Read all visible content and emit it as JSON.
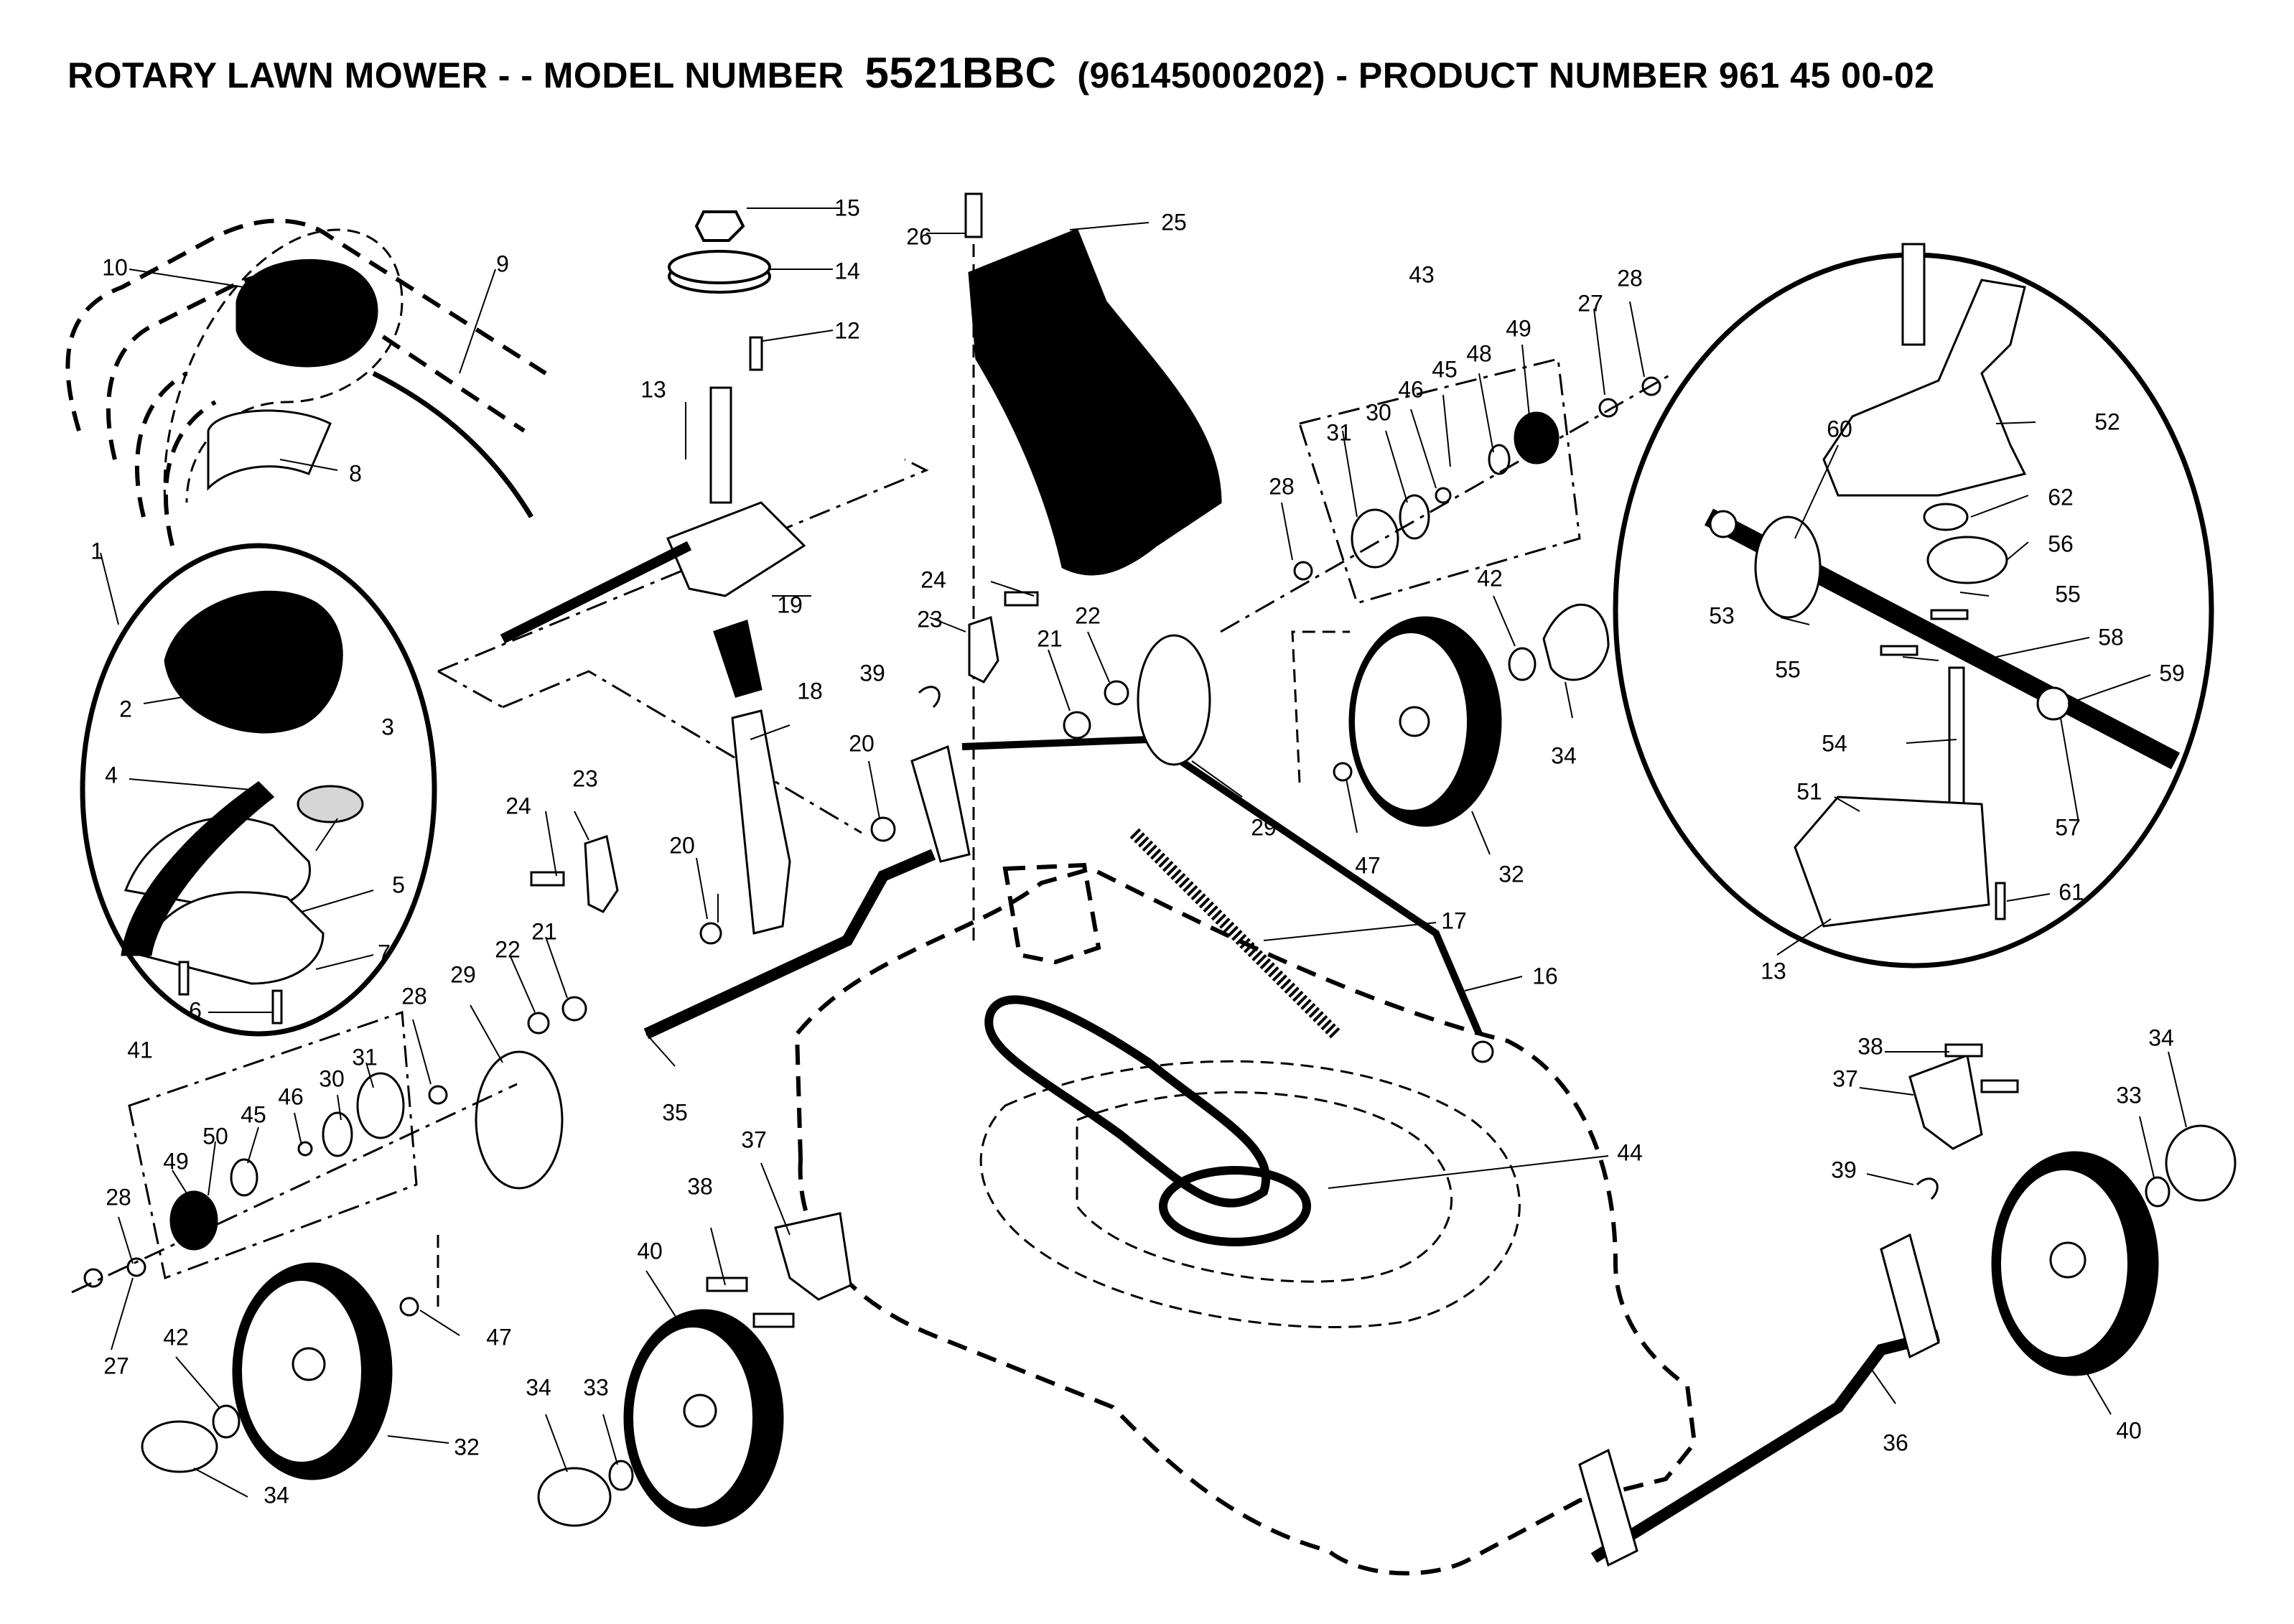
{
  "title": {
    "prefix": "ROTARY LAWN MOWER - - MODEL NUMBER",
    "model": "5521BBC",
    "suffix": "(96145000202) - PRODUCT NUMBER 961 45 00-02"
  },
  "callouts": {
    "c1": "1",
    "c2": "2",
    "c3": "3",
    "c4": "4",
    "c5": "5",
    "c6": "6",
    "c7": "7",
    "c8": "8",
    "c9": "9",
    "c10": "10",
    "c12": "12",
    "c13a": "13",
    "c13b": "13",
    "c14": "14",
    "c15": "15",
    "c16": "16",
    "c17": "17",
    "c18": "18",
    "c19": "19",
    "c20a": "20",
    "c20b": "20",
    "c21a": "21",
    "c21b": "21",
    "c22a": "22",
    "c22b": "22",
    "c23a": "23",
    "c23b": "23",
    "c24a": "24",
    "c24b": "24",
    "c25": "25",
    "c26": "26",
    "c27a": "27",
    "c27b": "27",
    "c28a": "28",
    "c28b": "28",
    "c28c": "28",
    "c28d": "28",
    "c29a": "29",
    "c29b": "29",
    "c30a": "30",
    "c30b": "30",
    "c31a": "31",
    "c31b": "31",
    "c32a": "32",
    "c32b": "32",
    "c33a": "33",
    "c33b": "33",
    "c34a": "34",
    "c34b": "34",
    "c34c": "34",
    "c34d": "34",
    "c35": "35",
    "c36": "36",
    "c37a": "37",
    "c37b": "37",
    "c38a": "38",
    "c38b": "38",
    "c39a": "39",
    "c39b": "39",
    "c40a": "40",
    "c40b": "40",
    "c41": "41",
    "c42a": "42",
    "c42b": "42",
    "c43": "43",
    "c44": "44",
    "c45a": "45",
    "c45b": "45",
    "c46a": "46",
    "c46b": "46",
    "c47a": "47",
    "c47b": "47",
    "c48": "48",
    "c49a": "49",
    "c49b": "49",
    "c50": "50",
    "c51": "51",
    "c52": "52",
    "c53": "53",
    "c54": "54",
    "c55a": "55",
    "c55b": "55",
    "c56": "56",
    "c57": "57",
    "c58": "58",
    "c59": "59",
    "c60": "60",
    "c61": "61",
    "c62": "62"
  }
}
